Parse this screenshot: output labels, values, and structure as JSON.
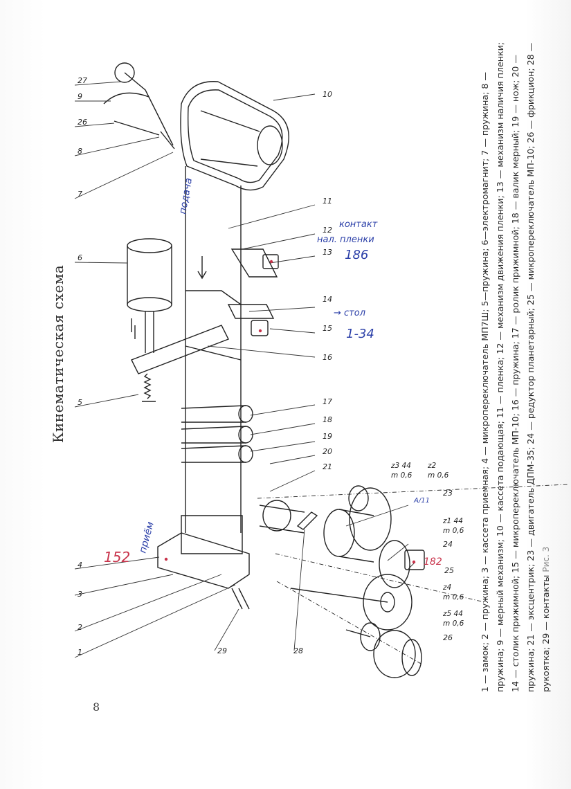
{
  "title": "Кинематическая схема",
  "caption": "1 — замок; 2 — пружина; 3 — кассета приемная; 4 — микропереключатель МП7Ш; 5—пружина; 6—электромагнит; 7 — пружина; 8 — пружина; 9 — мерный механизм; 10 — кассета подающая; 11 — пленка; 12 — механизм движения пленки; 13 — механизм наличия пленки; 14 — столик прижимной; 15 — микропереключатель МП-10; 16 — пружина; 17 — ролик прижимной; 18 — валик мерный; 19 — нож; 20 — пружина; 21 — эксцентрик; 23 — двигатель ДПМ-35; 24 — редуктор планетарный; 25 — микропереключатель МП-10; 26 — фрикцион; 28 — рукоятка; 29 — контакты",
  "figure_label": "Рис. 3",
  "page_number": "8",
  "labels": {
    "l27": "27",
    "l9": "9",
    "l26": "26",
    "l8": "8",
    "l7": "7",
    "l10": "10",
    "l11": "11",
    "l12": "12",
    "l13": "13",
    "l6": "6",
    "l14": "14",
    "l15": "15",
    "l16": "16",
    "l5": "5",
    "l17": "17",
    "l18": "18",
    "l19": "19",
    "l20": "20",
    "l21": "21",
    "l23": "23",
    "l24": "24",
    "l25": "25",
    "l4": "4",
    "l3": "3",
    "l2": "2",
    "l1": "1",
    "l29": "29",
    "l28": "28"
  },
  "gear_labels": {
    "g1a": "z3 44",
    "g1b": "m 0,6",
    "g2a": "z2",
    "g2b": "m 0,6",
    "g3a": "z1 44",
    "g3b": "m 0,6",
    "g4a": "z4",
    "g4b": "m 0,6",
    "g5a": "z5 44",
    "g5b": "m 0,6"
  },
  "handwritten": {
    "podacha": "подача",
    "kontakt1": "контакт",
    "kontakt2": "нал. пленки",
    "n186": "186",
    "stol": "→ стол",
    "n134": "1-34",
    "n152": "152",
    "priem": "приём",
    "n182": "182",
    "am": "А/11"
  },
  "colors": {
    "ink": "#222222",
    "blue_pen": "#2b3fa8",
    "red_pen": "#c8324a"
  }
}
